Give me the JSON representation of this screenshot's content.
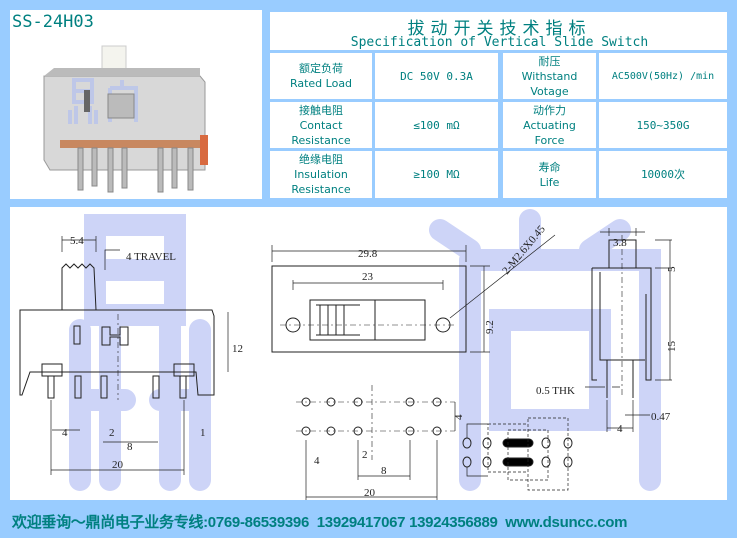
{
  "model": "SS-24H03",
  "watermark": "鼎尚",
  "spec": {
    "title_cn": "拔动开关技术指标",
    "title_en": "Specification of Vertical Slide Switch",
    "rows": [
      {
        "label_cn": "额定负荷",
        "label_en": "Rated Load",
        "value": "DC 50V 0.3A",
        "label2_cn": "耐压",
        "label2_en": "Withstand Votage",
        "value2": "AC500V(50Hz) /min"
      },
      {
        "label_cn": "接触电阻",
        "label_en": "Contact Resistance",
        "value": "≤100 mΩ",
        "label2_cn": "动作力",
        "label2_en": "Actuating Force",
        "value2": "150~350G"
      },
      {
        "label_cn": "绝缘电阻",
        "label_en": "Insulation Resistance",
        "value": "≥100 MΩ",
        "label2_cn": "寿命",
        "label2_en": "Life",
        "value2": "10000次"
      }
    ]
  },
  "dims": {
    "lever_width": "5.4",
    "travel": "4 TRAVEL",
    "height_12": "12",
    "pitch_4": "4",
    "offset_2": "2",
    "pin_1": "1",
    "pitch_8": "8",
    "span_20": "20",
    "length_29_8": "29.8",
    "hole_23": "23",
    "screw": "2-M2.6X0.45",
    "width_9_2": "9.2",
    "pcb_4": "4",
    "pcb_pitch_4": "4",
    "pcb_2": "2",
    "pcb_8": "8",
    "pcb_20": "20",
    "side_3_8": "3.8",
    "side_5": "5",
    "side_15": "15",
    "thk": "0.5 THK",
    "side_0_47": "0.47",
    "side_4": "4"
  },
  "footer": "欢迎垂询～鼎尚电子业务专线:0769-86539396  13929417067 13924356889  www.dsuncc.com"
}
